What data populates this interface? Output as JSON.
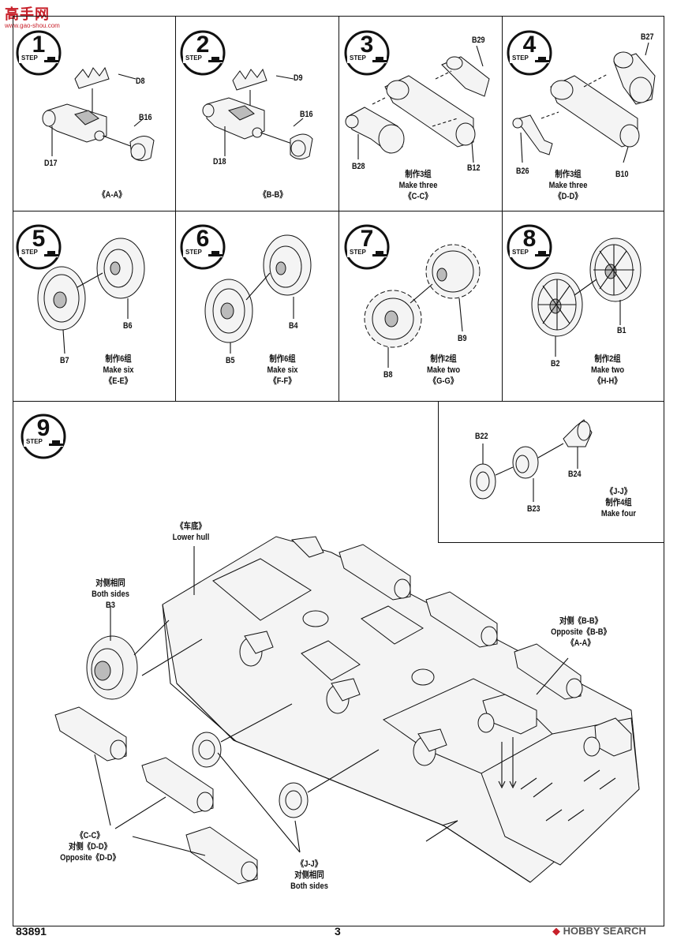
{
  "watermark_top": {
    "brand": "高手网",
    "url": "www.gao-shou.com"
  },
  "step_word": "STEP",
  "steps": [
    {
      "num": "1",
      "parts": [
        "D8",
        "B16",
        "D17"
      ],
      "caption": [
        "《A-A》"
      ]
    },
    {
      "num": "2",
      "parts": [
        "D9",
        "B16",
        "D18"
      ],
      "caption": [
        "《B-B》"
      ]
    },
    {
      "num": "3",
      "parts": [
        "B29",
        "B28",
        "B12"
      ],
      "caption": [
        "制作3组",
        "Make three",
        "《C-C》"
      ]
    },
    {
      "num": "4",
      "parts": [
        "B27",
        "B26",
        "B10"
      ],
      "caption": [
        "制作3组",
        "Make three",
        "《D-D》"
      ]
    },
    {
      "num": "5",
      "parts": [
        "B6",
        "B7"
      ],
      "caption": [
        "制作6组",
        "Make six",
        "《E-E》"
      ]
    },
    {
      "num": "6",
      "parts": [
        "B4",
        "B5"
      ],
      "caption": [
        "制作6组",
        "Make six",
        "《F-F》"
      ]
    },
    {
      "num": "7",
      "parts": [
        "B9",
        "B8"
      ],
      "caption": [
        "制作2组",
        "Make two",
        "《G-G》"
      ]
    },
    {
      "num": "8",
      "parts": [
        "B1",
        "B2"
      ],
      "caption": [
        "制作2组",
        "Make two",
        "《H-H》"
      ]
    },
    {
      "num": "9"
    }
  ],
  "inset_jj": {
    "parts": [
      "B22",
      "B24",
      "B23"
    ],
    "caption": [
      "《J-J》",
      "制作4组",
      "Make four"
    ]
  },
  "step9_labels": {
    "lower_hull": [
      "《车底》",
      "Lower hull"
    ],
    "b3": [
      "对侧相同",
      "Both sides",
      "B3"
    ],
    "opposite_bb": [
      "对侧《B-B》",
      "Opposite《B-B》",
      "《A-A》"
    ],
    "cc_dd": [
      "《C-C》",
      "对侧《D-D》",
      "Opposite《D-D》"
    ],
    "jj": [
      "《J-J》",
      "对侧相同",
      "Both sides"
    ]
  },
  "footer": {
    "code": "83891",
    "page": "3",
    "brand": "HOBBY SEARCH"
  }
}
